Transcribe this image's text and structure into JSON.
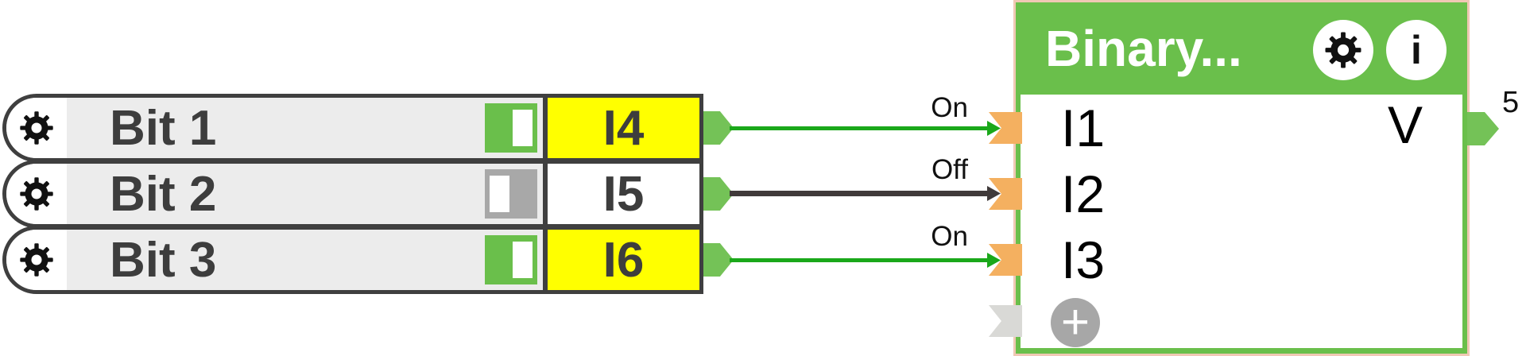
{
  "inputs": [
    {
      "label": "Bit 1",
      "address": "I4",
      "state": "On"
    },
    {
      "label": "Bit 2",
      "address": "I5",
      "state": "Off"
    },
    {
      "label": "Bit 3",
      "address": "I6",
      "state": "On"
    }
  ],
  "block": {
    "title": "Binary...",
    "input_pins": [
      "I1",
      "I2",
      "I3"
    ],
    "output_pin": "V",
    "output_value": "5",
    "info_label": "i",
    "add_pin_label": "+"
  },
  "colors": {
    "accent_green": "#6abf4b",
    "pin_green": "#74c257",
    "wire_on": "#1aa81a",
    "wire_off": "#403a3a",
    "connector_orange": "#f4b060",
    "connector_gray": "#d9d9d6",
    "active_yellow": "#ffff00",
    "selection_pink": "#f0c8b4",
    "row_gray": "#ececec"
  }
}
